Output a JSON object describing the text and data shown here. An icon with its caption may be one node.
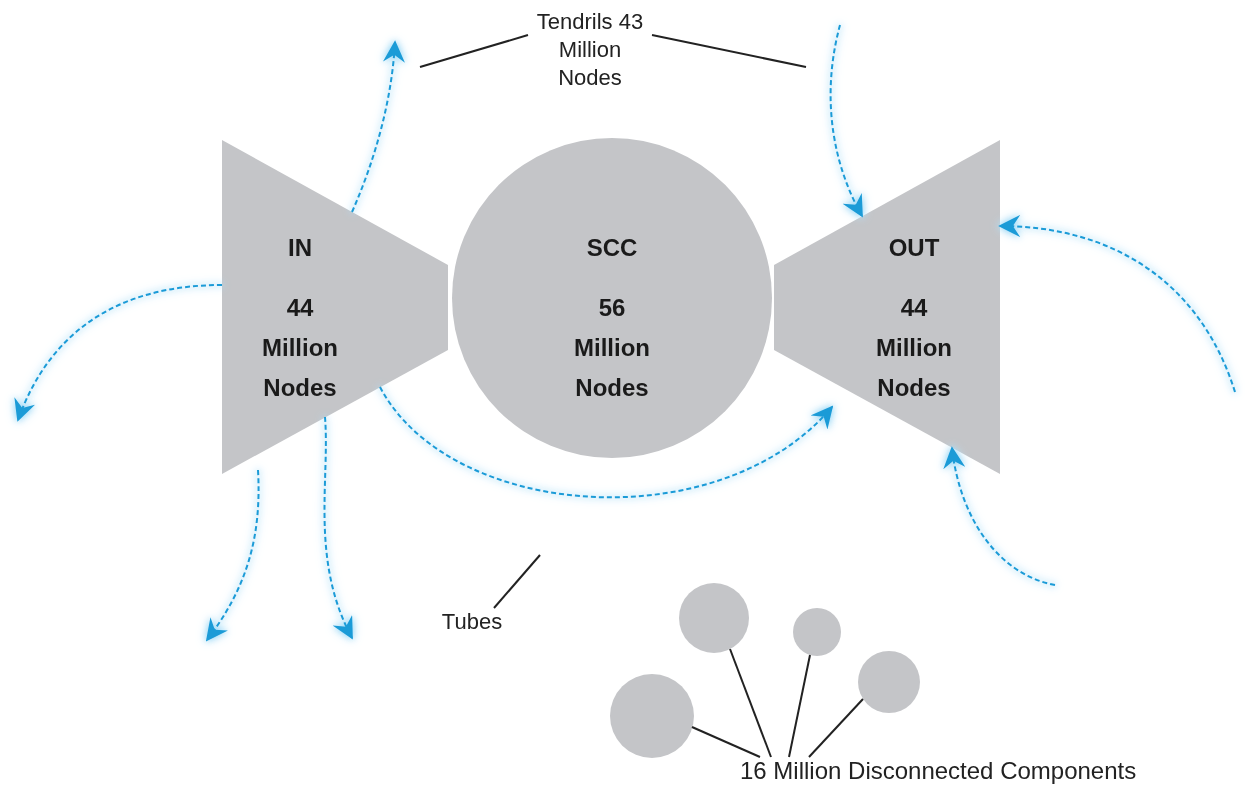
{
  "diagram": {
    "nodes": [
      {
        "text": [
          "IN",
          "44 Million Nodes"
        ]
      },
      {
        "text": [
          "SCC",
          "56 Million Nodes"
        ]
      },
      {
        "text": [
          "OUT",
          "44 Million Nodes"
        ]
      },
      {
        "text": [
          "Tendrils 43 Million Nodes"
        ]
      },
      {
        "text": [
          "Tubes"
        ]
      },
      {
        "text": [
          "16 Million Disconnected Components"
        ]
      },
      {
        "text": [],
        "shape": "circle"
      },
      {
        "text": [],
        "shape": "circle"
      },
      {
        "text": [],
        "shape": "circle"
      },
      {
        "text": [],
        "shape": "circle"
      }
    ],
    "edges": [
      {
        "from": 0,
        "to": null,
        "arrow": "to",
        "style": "dashed"
      },
      {
        "from": 0,
        "to": null,
        "arrow": "to",
        "style": "dashed"
      },
      {
        "from": 0,
        "to": null,
        "arrow": "to",
        "style": "dashed"
      },
      {
        "from": 0,
        "to": null,
        "arrow": "to",
        "style": "dashed"
      },
      {
        "from": 0,
        "to": 2,
        "arrow": "to",
        "style": "dashed"
      },
      {
        "from": null,
        "to": 2,
        "arrow": "to",
        "style": "dashed"
      },
      {
        "from": null,
        "to": 2,
        "arrow": "to",
        "style": "dashed"
      },
      {
        "from": null,
        "to": 2,
        "arrow": "to",
        "style": "dashed"
      },
      {
        "from": 3,
        "to": null,
        "arrow": "none",
        "color": "#222222"
      },
      {
        "from": 3,
        "to": null,
        "arrow": "none",
        "color": "#222222"
      },
      {
        "from": 4,
        "to": null,
        "arrow": "none",
        "color": "#222222"
      },
      {
        "from": 5,
        "to": 6,
        "arrow": "none",
        "color": "#222222"
      },
      {
        "from": 5,
        "to": 7,
        "arrow": "none",
        "color": "#222222"
      },
      {
        "from": 5,
        "to": 8,
        "arrow": "none",
        "color": "#222222"
      },
      {
        "from": 5,
        "to": 9,
        "arrow": "none",
        "color": "#222222"
      }
    ]
  }
}
